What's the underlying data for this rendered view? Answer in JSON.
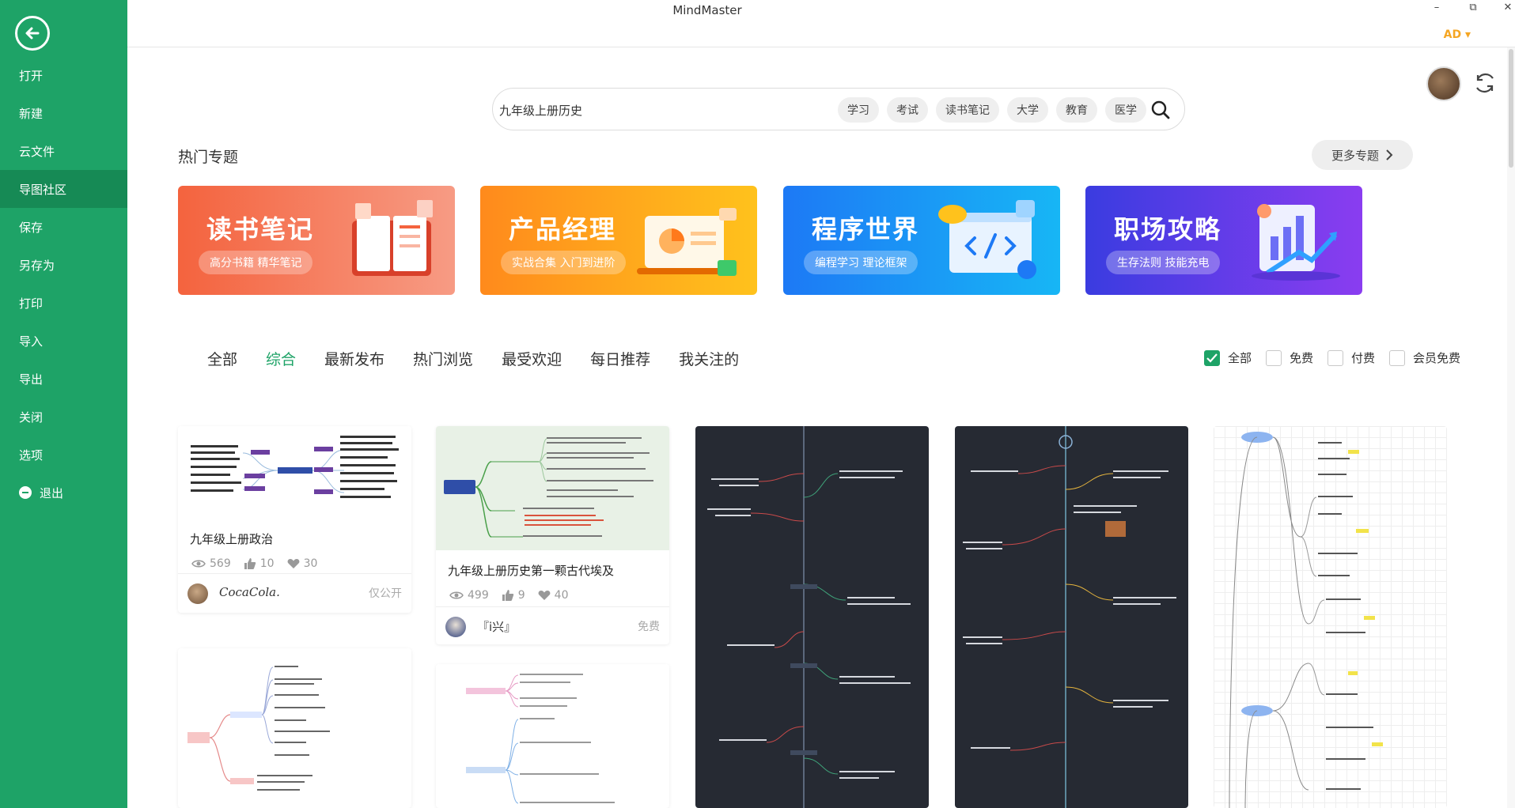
{
  "app": {
    "title": "MindMaster",
    "account": "AD ▾"
  },
  "window": {
    "minimize": "–",
    "restore": "⧉",
    "close": "✕"
  },
  "sidebar": {
    "items": [
      {
        "label": "打开"
      },
      {
        "label": "新建"
      },
      {
        "label": "云文件"
      },
      {
        "label": "导图社区"
      },
      {
        "label": "保存"
      },
      {
        "label": "另存为"
      },
      {
        "label": "打印"
      },
      {
        "label": "导入"
      },
      {
        "label": "导出"
      },
      {
        "label": "关闭"
      },
      {
        "label": "选项"
      },
      {
        "label": "退出"
      }
    ],
    "active_index": 3
  },
  "search": {
    "value": "九年级上册历史",
    "tags": [
      "学习",
      "考试",
      "读书笔记",
      "大学",
      "教育",
      "医学"
    ]
  },
  "topics": {
    "title": "热门专题",
    "more": "更多专题",
    "banners": [
      {
        "title": "读书笔记",
        "subtitle": "高分书籍 精华笔记"
      },
      {
        "title": "产品经理",
        "subtitle": "实战合集 入门到进阶"
      },
      {
        "title": "程序世界",
        "subtitle": "编程学习 理论框架"
      },
      {
        "title": "职场攻略",
        "subtitle": "生存法则 技能充电"
      }
    ]
  },
  "tabs": {
    "items": [
      "全部",
      "综合",
      "最新发布",
      "热门浏览",
      "最受欢迎",
      "每日推荐",
      "我关注的"
    ],
    "active_index": 1
  },
  "filters": [
    {
      "label": "全部",
      "checked": true
    },
    {
      "label": "免费",
      "checked": false
    },
    {
      "label": "付费",
      "checked": false
    },
    {
      "label": "会员免费",
      "checked": false
    }
  ],
  "cards": [
    {
      "title": "九年级上册政治",
      "views": "569",
      "likes": "10",
      "favorites": "30",
      "author": "CocaCola.",
      "badge": "仅公开"
    },
    {
      "title": "九年级上册历史第一颗古代埃及",
      "views": "499",
      "likes": "9",
      "favorites": "40",
      "author": "『i兴』",
      "badge": "免费"
    }
  ],
  "colors": {
    "brand": "#1ea367",
    "sidebar_active": "#168a55"
  }
}
